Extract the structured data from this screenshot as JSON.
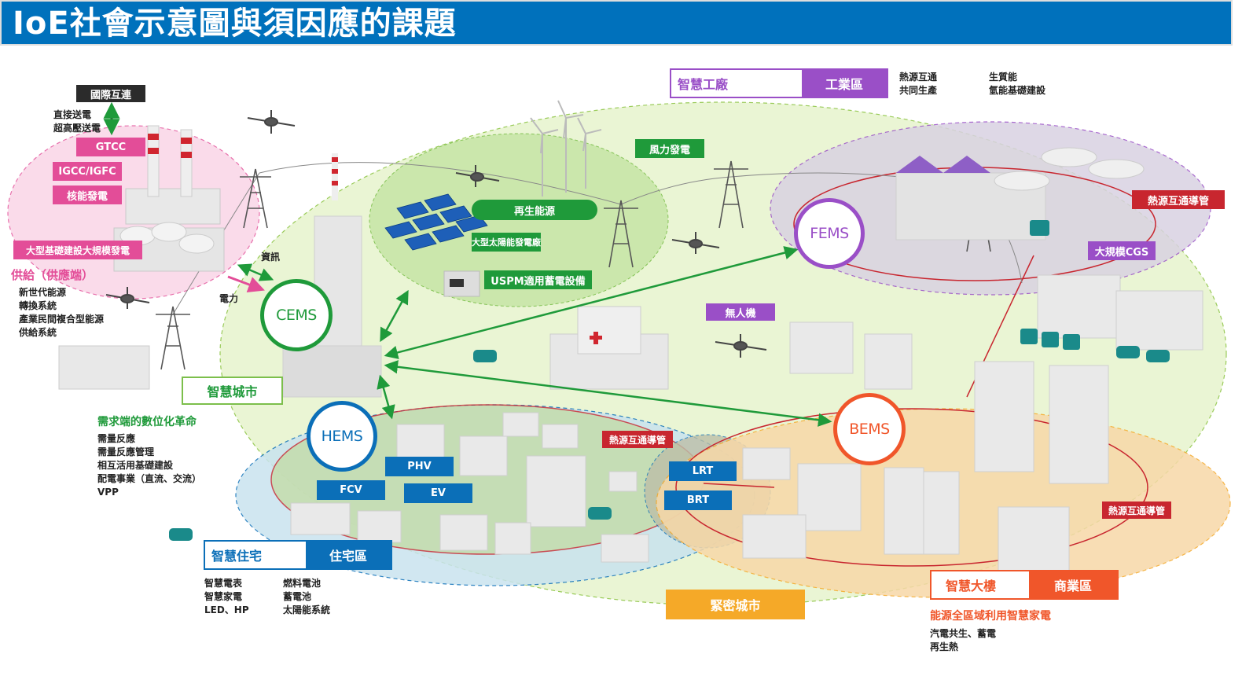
{
  "title": "IoE社會示意圖與須因應的課題",
  "colors": {
    "header_blue": "#0071bc",
    "green": "#1f9a3a",
    "purple": "#9a4fc7",
    "orange": "#f0562a",
    "pink": "#e34d98",
    "blue": "#0b6fb8",
    "amber": "#f5a928",
    "red": "#c8262f"
  },
  "supply": {
    "international": "國際互連",
    "direct_lines": [
      "直接送電",
      "超高壓送電"
    ],
    "gtcc": "GTCC",
    "igcc": "IGCC/IGFC",
    "nuclear": "核能發電",
    "large_scale": "大型基礎建設大規模發電",
    "title": "供給（供應端）",
    "items": [
      "新世代能源",
      "轉換系統",
      "產業民間複合型能源",
      "供給系統"
    ],
    "info": "資訊",
    "power": "電力"
  },
  "renewable": {
    "wind": "風力發電",
    "renewable": "再生能源",
    "solar": "大型太陽能發電廠",
    "uspm": "USPM適用蓄電設備"
  },
  "factory": {
    "title": "智慧工廠",
    "zone": "工業區",
    "items_a": [
      "熱源互通",
      "共同生產"
    ],
    "items_b": [
      "生質能",
      "氫能基礎建設"
    ],
    "heat_pipe": "熱源互通導管",
    "cgs": "大規模CGS"
  },
  "ems": {
    "cems": "CEMS",
    "fems": "FEMS",
    "hems": "HEMS",
    "bems": "BEMS"
  },
  "drone": "無人機",
  "city": {
    "smart_city": "智慧城市",
    "demand_title": "需求端的數位化革命",
    "demand_items": [
      "需量反應",
      "需量反應管理",
      "相互活用基礎建設",
      "配電事業（直流、交流）",
      "VPP"
    ]
  },
  "residential": {
    "phv": "PHV",
    "fcv": "FCV",
    "ev": "EV",
    "heat_pipe": "熱源互通導管",
    "title": "智慧住宅",
    "zone": "住宅區",
    "items_a": [
      "智慧電表",
      "智慧家電",
      "LED、HP"
    ],
    "items_b": [
      "燃料電池",
      "蓄電池",
      "太陽能系統"
    ]
  },
  "transit": {
    "lrt": "LRT",
    "brt": "BRT"
  },
  "compact_city": "緊密城市",
  "commercial": {
    "heat_pipe": "熱源互通導管",
    "title": "智慧大樓",
    "zone": "商業區",
    "subtitle": "能源全區域利用智慧家電",
    "items": [
      "汽電共生、蓄電",
      "再生熱"
    ]
  }
}
